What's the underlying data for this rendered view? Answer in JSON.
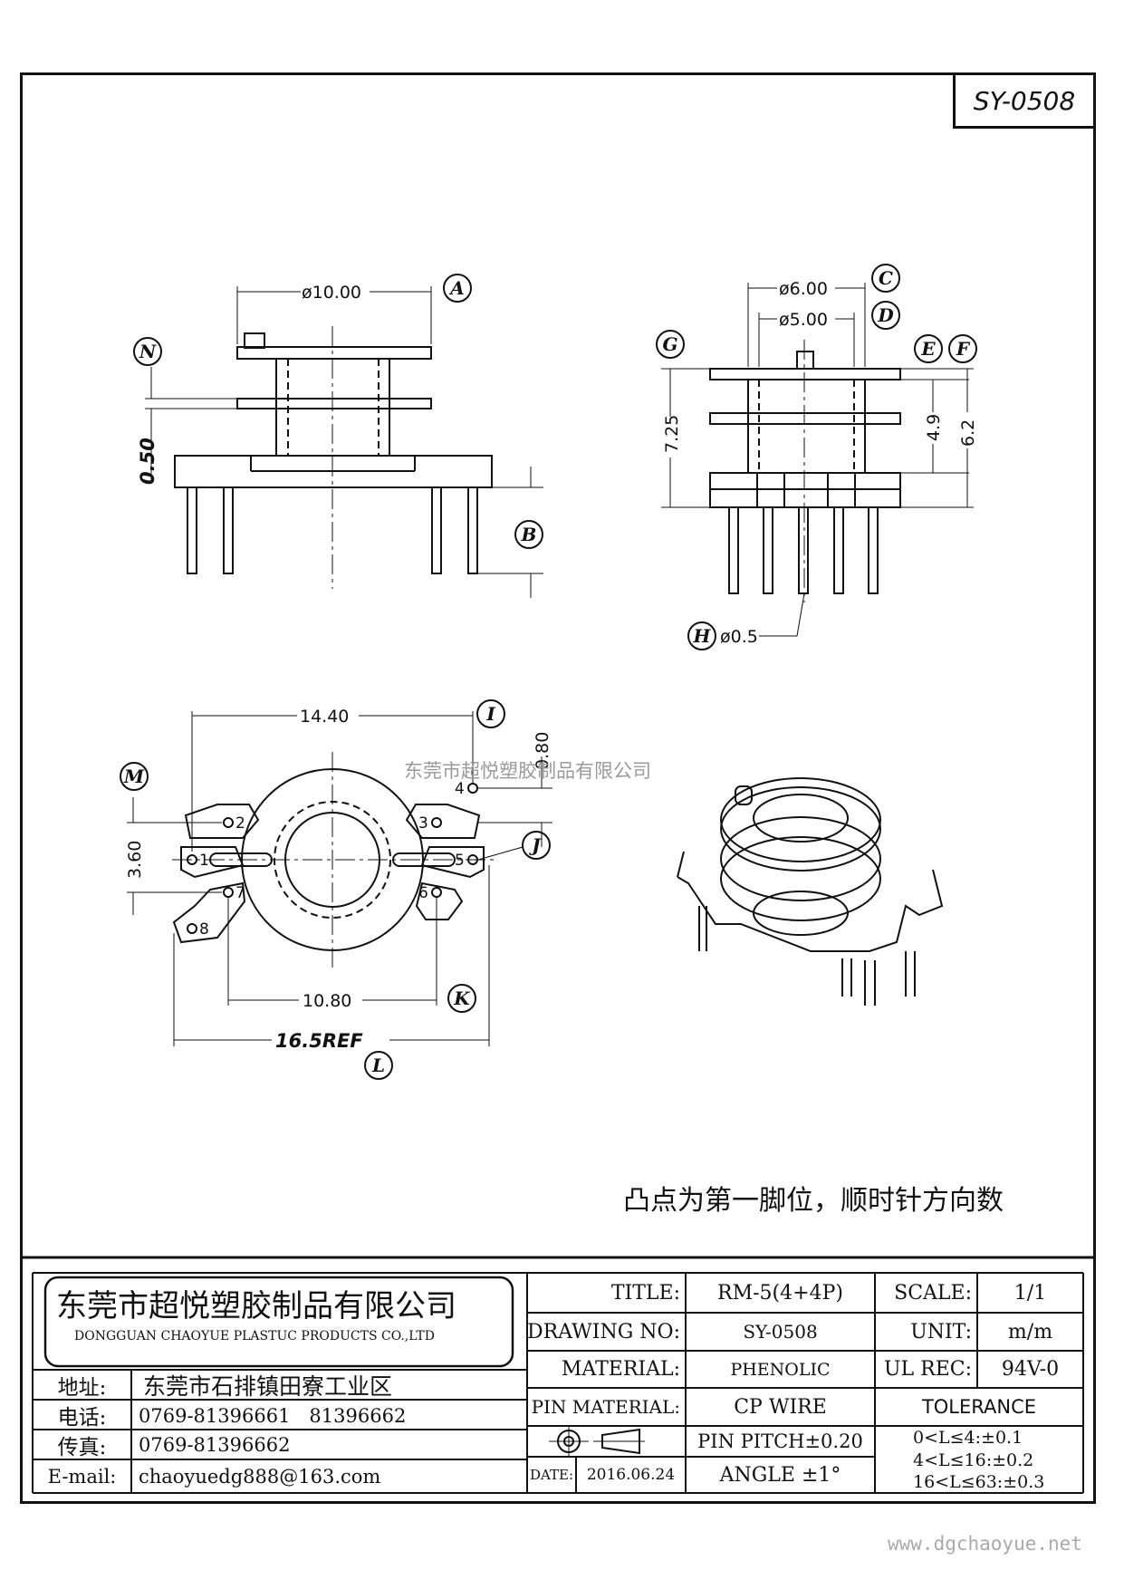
{
  "part_number": "SY-0508",
  "watermark": "东莞市超悦塑胶制品有限公司",
  "note": "凸点为第一脚位，顺时针方向数",
  "website": "www.dgchaoyue.net",
  "dimensions": {
    "d10": "ø10.00",
    "d6": "ø6.00",
    "d5": "ø5.00",
    "h725": "7.25",
    "h49": "4.9",
    "h62": "6.2",
    "d05": "ø0.5",
    "t050": "0.50",
    "w1440": "14.40",
    "w1080": "10.80",
    "w165": "16.5REF",
    "h360": "3.60",
    "h080": "0.80"
  },
  "callouts": [
    "A",
    "B",
    "C",
    "D",
    "E",
    "F",
    "G",
    "H",
    "I",
    "J",
    "K",
    "L",
    "M",
    "N"
  ],
  "pins": [
    "1",
    "2",
    "3",
    "4",
    "5",
    "6",
    "7",
    "8"
  ],
  "company": {
    "name_cn": "东莞市超悦塑胶制品有限公司",
    "name_en": "DONGGUAN CHAOYUE PLASTUC PRODUCTS CO.,LTD",
    "address_label": "地址:",
    "address": "东莞市石排镇田寮工业区",
    "phone_label": "电话:",
    "phone": "0769-81396661　81396662",
    "fax_label": "传真:",
    "fax": "0769-81396662",
    "email_label": "E-mail:",
    "email": "chaoyuedg888@163.com"
  },
  "titleblock": {
    "title_label": "TITLE:",
    "title": "RM-5(4+4P)",
    "drawing_no_label": "DRAWING NO:",
    "drawing_no": "SY-0508",
    "material_label": "MATERIAL:",
    "material": "PHENOLIC",
    "pin_material_label": "PIN MATERIAL:",
    "pin_material": "CP WIRE",
    "pin_pitch": "PIN PITCH±0.20",
    "date_label": "DATE:",
    "date": "2016.06.24",
    "angle": "ANGLE ±1°",
    "scale_label": "SCALE:",
    "scale": "1/1",
    "unit_label": "UNIT:",
    "unit": "m/m",
    "ul_label": "UL REC:",
    "ul": "94V-0",
    "tolerance_label": "TOLERANCE",
    "tol1": "0<L≤4:±0.1",
    "tol2": "4<L≤16:±0.2",
    "tol3": "16<L≤63:±0.3"
  }
}
